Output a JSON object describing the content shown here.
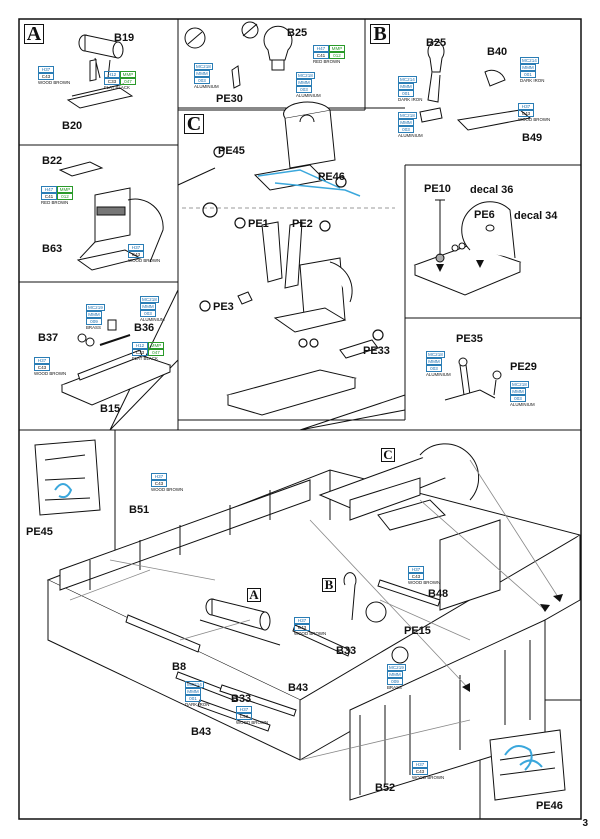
{
  "sections": {
    "a": "A",
    "b": "B",
    "c": "C",
    "c_small": "C",
    "a_small": "A",
    "b_small": "B"
  },
  "parts": {
    "b19": "B19",
    "b20": "B20",
    "b22": "B22",
    "b63": "B63",
    "b37": "B37",
    "b36": "B36",
    "b15": "B15",
    "b25_mid": "B25",
    "pe30": "PE30",
    "b25_right": "B25",
    "b40": "B40",
    "b49": "B49",
    "pe45_top": "PE45",
    "pe46_top": "PE46",
    "pe10": "PE10",
    "pe6": "PE6",
    "pe1": "PE1",
    "pe2": "PE2",
    "pe3": "PE3",
    "pe33": "PE33",
    "pe35": "PE35",
    "pe29": "PE29",
    "pe45_bot": "PE45",
    "b51": "B51",
    "b48": "B48",
    "pe15": "PE15",
    "b33a": "B33",
    "b8": "B8",
    "b33b": "B33",
    "b43a": "B43",
    "b43b": "B43",
    "b52": "B52",
    "pe46_bot": "PE46"
  },
  "decals": {
    "pe10": "decal 36",
    "pe6": "decal 34"
  },
  "paint": {
    "b20": {
      "r1": "H37",
      "r2": "C43",
      "name": "WOOD BROWN"
    },
    "b19": {
      "r1a": "H12",
      "r1b": "MMP",
      "r2a": "C33",
      "r2b": "047",
      "name": "FLAT BLACK"
    },
    "b22": {
      "r1a": "H47",
      "r1b": "MMP",
      "r2a": "C41",
      "r2b": "012",
      "name": "RED BROWN"
    },
    "b63": {
      "r1": "H37",
      "r2": "C43",
      "name": "WOOD BROWN"
    },
    "b37": {
      "r1": "H37",
      "r2": "C43",
      "name": "WOOD BROWN"
    },
    "b36brass": {
      "r1": "MC219",
      "r2": "MMM",
      "r3": "009",
      "name": "BRASS"
    },
    "b36alu": {
      "r1": "MC218",
      "r2": "MMM",
      "r3": "003",
      "name": "ALUMINIUM"
    },
    "b36black": {
      "r1a": "H12",
      "r1b": "MMP",
      "r2a": "C33",
      "r2b": "047",
      "name": "FLAT BLACK"
    },
    "pe30": {
      "r1": "MC218",
      "r2": "MMM",
      "r3": "003",
      "name": "ALUMINIUM"
    },
    "b25red": {
      "r1a": "H47",
      "r1b": "MMP",
      "r2a": "C41",
      "r2b": "012",
      "name": "RED BROWN"
    },
    "b25alu": {
      "r1": "MC218",
      "r2": "MMM",
      "r3": "003",
      "name": "ALUMINIUM"
    },
    "bdark1": {
      "r1": "MC214",
      "r2": "MMM",
      "r3": "001",
      "name": "DARK IRON"
    },
    "bdark2": {
      "r1": "MC214",
      "r2": "MMM",
      "r3": "001",
      "name": "DARK IRON"
    },
    "balu": {
      "r1": "MC218",
      "r2": "MMM",
      "r3": "003",
      "name": "ALUMINIUM"
    },
    "b49": {
      "r1": "H37",
      "r2": "C43",
      "name": "WOOD BROWN"
    },
    "pe35": {
      "r1": "MC218",
      "r2": "MMM",
      "r3": "003",
      "name": "ALUMINIUM"
    },
    "pe29": {
      "r1": "MC218",
      "r2": "MMM",
      "r3": "003",
      "name": "ALUMINIUM"
    },
    "b51": {
      "r1": "H37",
      "r2": "C43",
      "name": "WOOD BROWN"
    },
    "b48": {
      "r1": "H37",
      "r2": "C43",
      "name": "WOOD BROWN"
    },
    "b33": {
      "r1": "H37",
      "r2": "C43",
      "name": "WOOD BROWN"
    },
    "pe15": {
      "r1": "MC219",
      "r2": "MMM",
      "r3": "009",
      "name": "BRASS"
    },
    "b8": {
      "r1": "MC214",
      "r2": "MMM",
      "r3": "001",
      "name": "DARK IRON"
    },
    "b43": {
      "r1": "H37",
      "r2": "C43",
      "name": "WOOD BROWN"
    },
    "b52": {
      "r1": "H37",
      "r2": "C43",
      "name": "WOOD BROWN"
    }
  },
  "page_number": "3",
  "colors": {
    "line": "#111111",
    "paint_code": "#1a6fb0",
    "mmp": "#2a9a2a",
    "pe_blue": "#3aa7dc",
    "gray": "#9a9a9a"
  }
}
